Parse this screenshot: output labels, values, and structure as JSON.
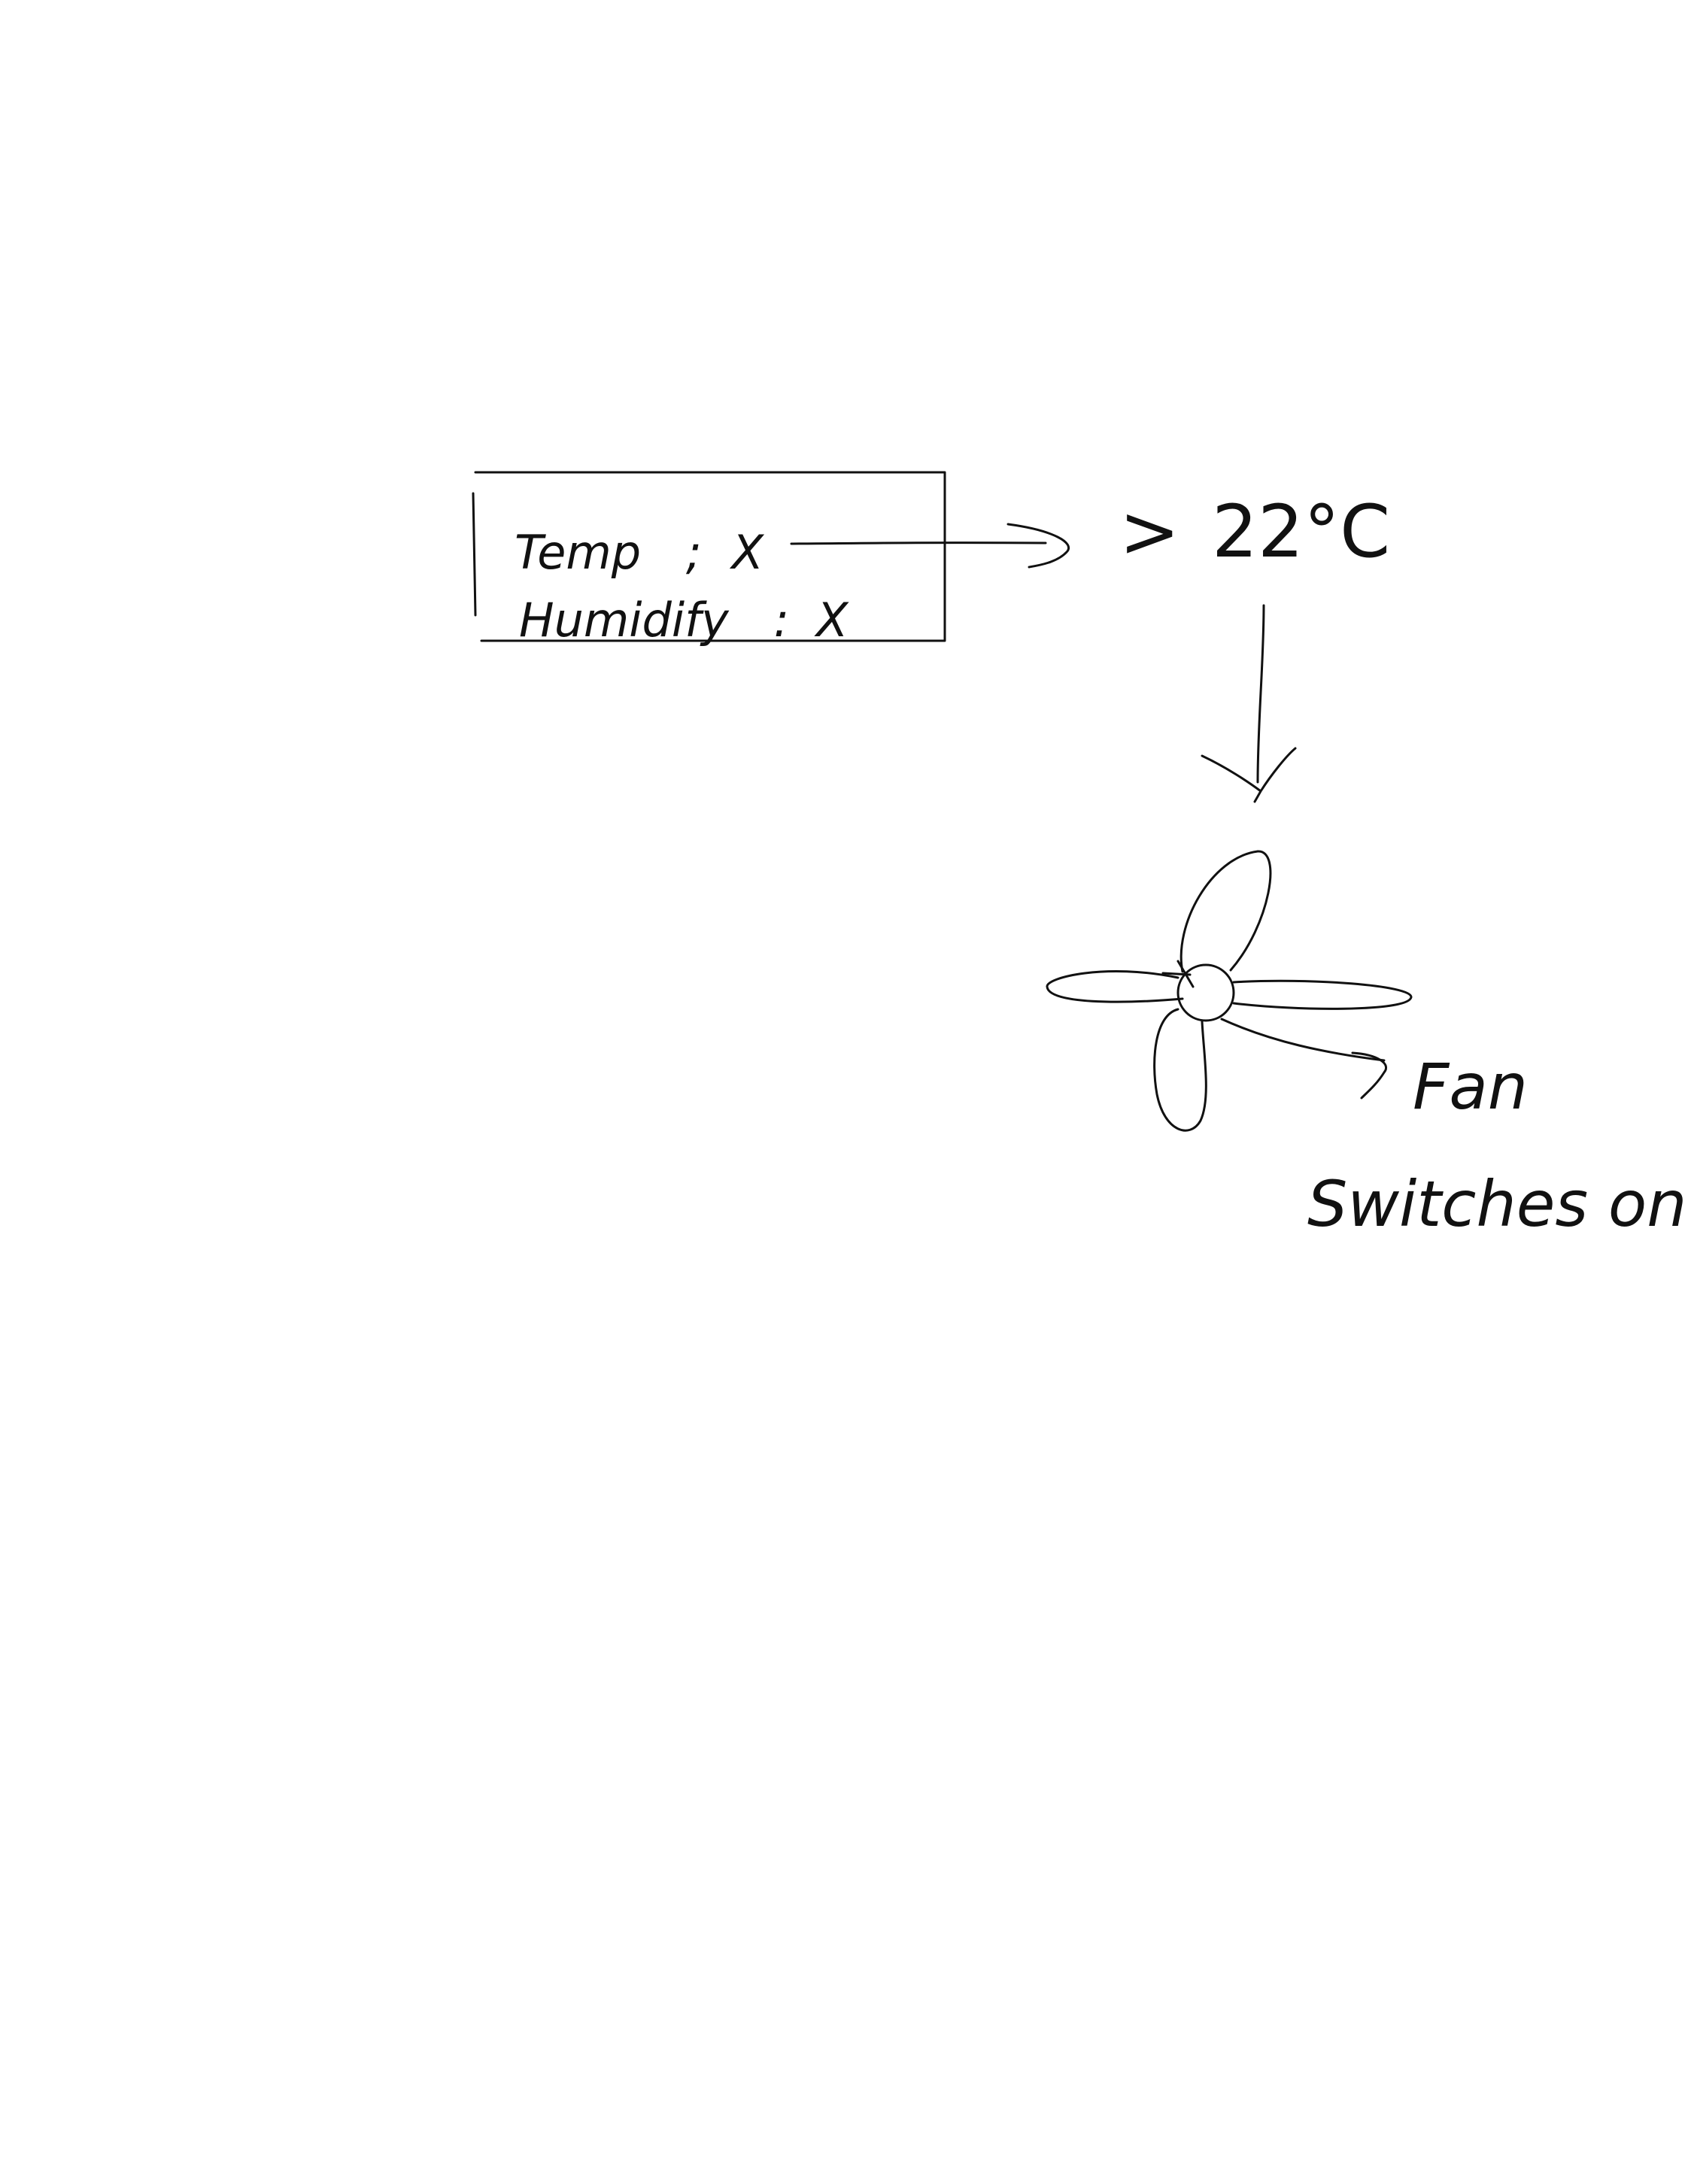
{
  "diagram": {
    "ink_color": "#111111",
    "background": "#ffffff",
    "sensor_box": {
      "temp_label": "Temp",
      "temp_separator": ";",
      "temp_value": "X",
      "humidity_label": "Humidify",
      "humidity_separator": ":",
      "humidity_value": "X"
    },
    "condition": {
      "operator": ">",
      "value": "22°C"
    },
    "action": {
      "line1": "Fan",
      "line2": "Switches on",
      "icon": "fan-icon"
    }
  }
}
